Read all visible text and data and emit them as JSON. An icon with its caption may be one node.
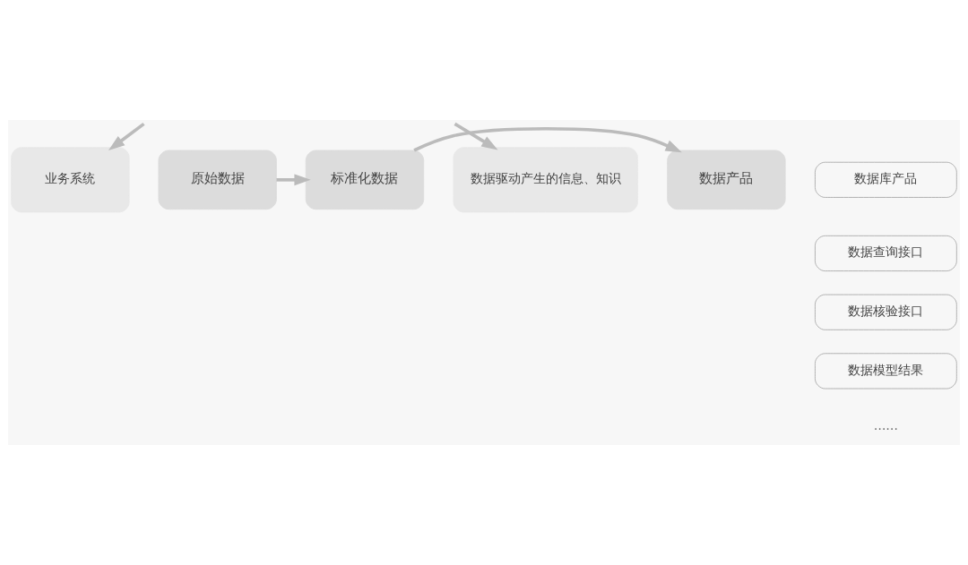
{
  "diagram": {
    "nodes": [
      {
        "text": [
          "原始数据"
        ]
      },
      {
        "text": [
          "标准化数据"
        ]
      },
      {
        "text": [
          "数据产品"
        ]
      },
      {
        "text": [
          "业务系统"
        ]
      },
      {
        "text": [
          "数据驱动产生的信息、知识"
        ]
      },
      {
        "text": [
          "数据库产品"
        ]
      },
      {
        "text": [
          "数据查询接口"
        ]
      },
      {
        "text": [
          "数据核验接口"
        ]
      },
      {
        "text": [
          "数据模型结果"
        ]
      }
    ],
    "edges": [
      {
        "from": 0,
        "to": 1,
        "arrow": "to"
      },
      {
        "from": 1,
        "to": 2,
        "arrow": "to"
      },
      {
        "from": null,
        "to": 3,
        "arrow": "to"
      },
      {
        "from": null,
        "to": 4,
        "arrow": "to"
      }
    ],
    "labels": [
      "……"
    ]
  }
}
